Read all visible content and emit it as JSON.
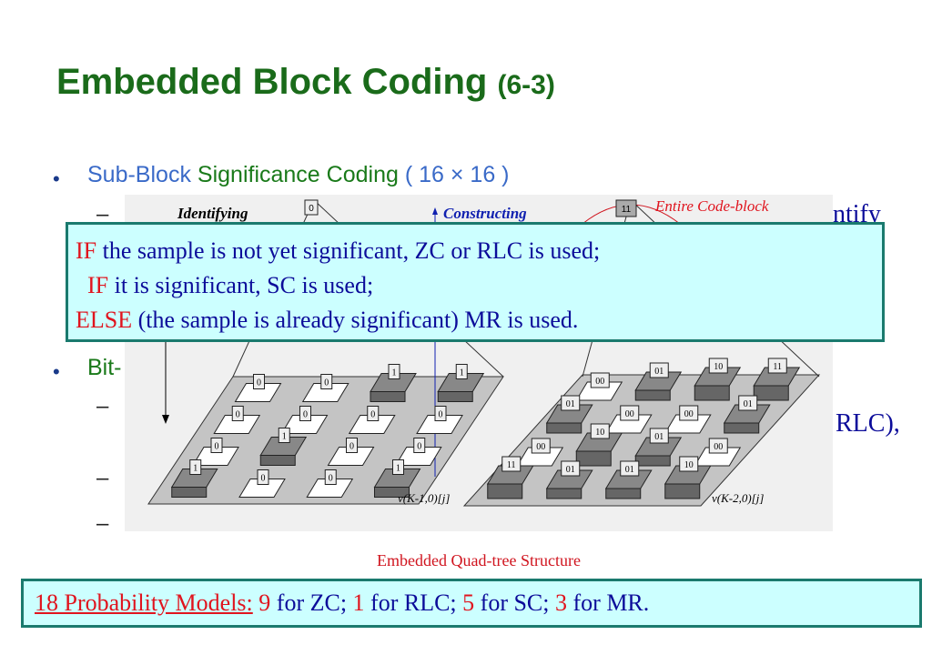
{
  "title": {
    "main": "Embedded Block Coding",
    "suffix": "(6-3)"
  },
  "bullet1": {
    "part1": "Sub-Block",
    "part2": "Significance Coding",
    "part3": "( 16 × 16 )"
  },
  "bullet2": {
    "text": "Bit-"
  },
  "dash_fragments": {
    "right1": "ntify",
    "right2": "RLC),"
  },
  "figure": {
    "label_identifying": "Identifying",
    "label_constructing": "Constructing",
    "label_entire": "Entire Code-block",
    "label_left_plane": "v(K-1,0)[j]",
    "label_right_plane": "v(K-2,0)[j]",
    "caption": "Embedded Quad-tree Structure",
    "left_grid": [
      [
        "0",
        "0",
        "1",
        "1"
      ],
      [
        "0",
        "0",
        "0",
        "0"
      ],
      [
        "0",
        "1",
        "0",
        "0"
      ],
      [
        "1",
        "0",
        "0",
        "1"
      ]
    ],
    "right_grid": [
      [
        "00",
        "01",
        "10",
        "11"
      ],
      [
        "01",
        "00",
        "00",
        "01"
      ],
      [
        "00",
        "10",
        "01",
        "00"
      ],
      [
        "11",
        "01",
        "01",
        "10"
      ]
    ],
    "top_left": "0",
    "top_right": "11"
  },
  "overlay": {
    "line1_kw": "IF",
    "line1": " the sample is not yet significant, ZC or RLC is used;",
    "line2_kw": "IF",
    "line2": " it is significant, SC is used;",
    "line3_kw": "ELSE",
    "line3": " (the sample is already significant) MR is used."
  },
  "models": {
    "label": "18 Probability Models:",
    "zc_n": "9",
    "zc": " for ZC; ",
    "rlc_n": "1",
    "rlc": " for RLC; ",
    "sc_n": "5",
    "sc": " for SC; ",
    "mr_n": "3",
    "mr": " for MR."
  },
  "colors": {
    "title": "#1a6b1a",
    "accent_red": "#e0141e",
    "text_blue": "#0c0c9a",
    "box_bg": "#ccffff",
    "box_border": "#1a7a6e"
  }
}
